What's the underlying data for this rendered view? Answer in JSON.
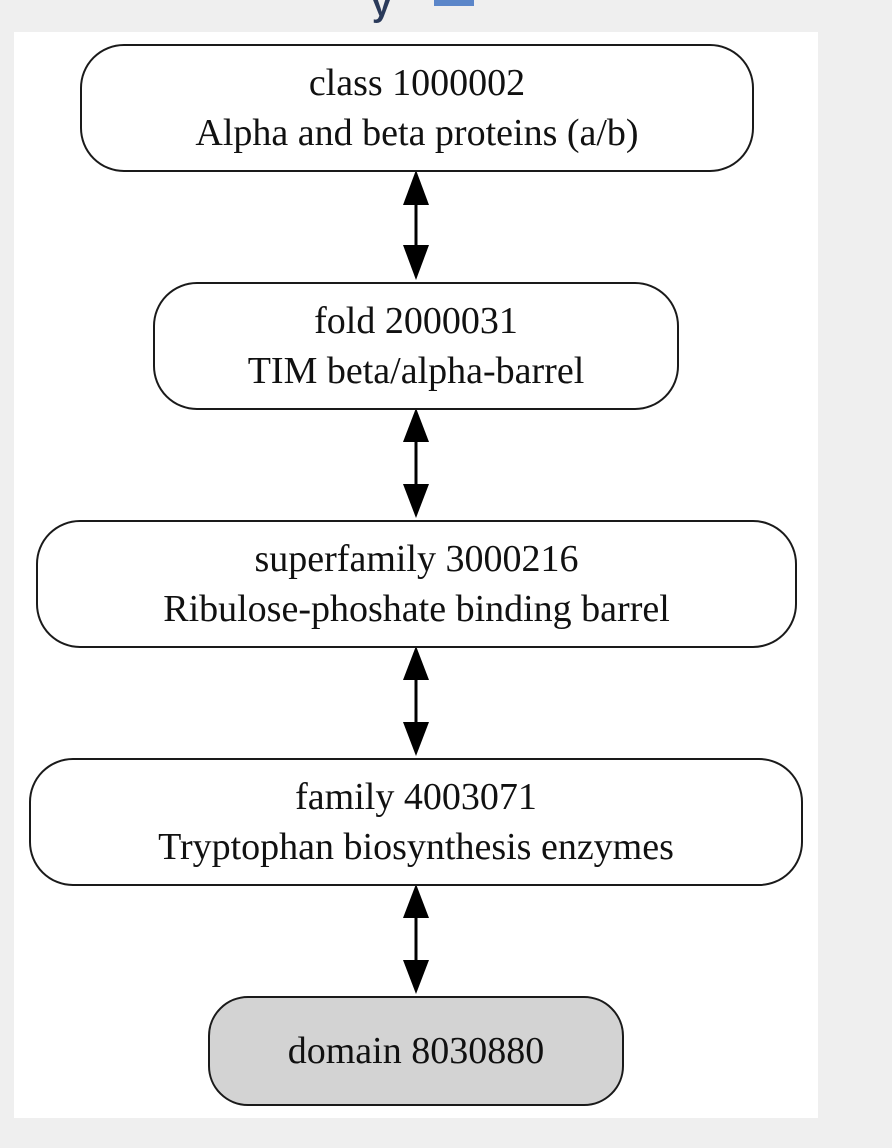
{
  "nodes": [
    {
      "id": "class",
      "line1": "class 1000002",
      "line2": "Alpha and beta proteins (a/b)"
    },
    {
      "id": "fold",
      "line1": "fold 2000031",
      "line2": "TIM beta/alpha-barrel"
    },
    {
      "id": "superfamily",
      "line1": "superfamily 3000216",
      "line2": "Ribulose-phoshate binding barrel"
    },
    {
      "id": "family",
      "line1": "family 4003071",
      "line2": "Tryptophan biosynthesis enzymes"
    },
    {
      "id": "domain",
      "line1": "domain 8030880"
    }
  ],
  "edges": [
    {
      "from": "class",
      "to": "fold",
      "direction": "both"
    },
    {
      "from": "fold",
      "to": "superfamily",
      "direction": "both"
    },
    {
      "from": "superfamily",
      "to": "family",
      "direction": "both"
    },
    {
      "from": "family",
      "to": "domain",
      "direction": "both"
    }
  ],
  "colors": {
    "node_fill": "#ffffff",
    "leaf_fill": "#d3d3d3",
    "stroke": "#1a1a1a",
    "panel": "#ffffff",
    "background": "#efefef"
  }
}
